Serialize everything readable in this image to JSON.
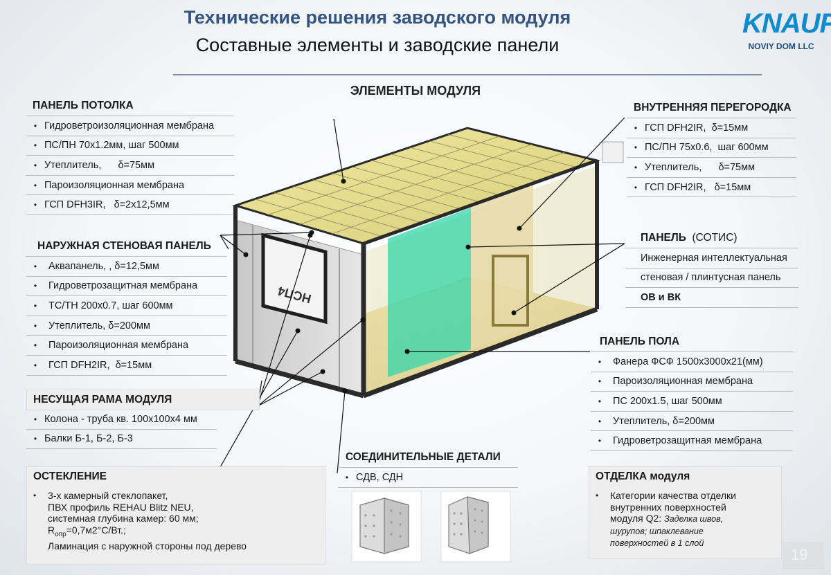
{
  "header": {
    "title": "Технические решения заводского модуля",
    "subtitle": "Составные элементы и заводские панели",
    "logo_text": "KNAUF",
    "logo_sub": "NOVIY DOM LLC",
    "module_title": "ЭЛЕМЕНТЫ МОДУЛЯ"
  },
  "ceiling": {
    "title": "ПАНЕЛЬ ПОТОЛКА",
    "items": [
      "Гидроветроизоляционная мембрана",
      "ПС/ПН 70х1.2мм, шаг 500мм",
      "Утеплитель,      δ=75мм",
      "Пароизоляционная мембрана",
      "ГСП DFH3IR,   δ=2х12,5мм"
    ]
  },
  "outer_wall": {
    "title": "НАРУЖНАЯ СТЕНОВАЯ ПАНЕЛЬ",
    "items": [
      "Аквапанель, , δ=12,5мм",
      "Гидроветрозащитная мембрана",
      "ТС/ТН 200х0.7, шаг 600мм",
      "Утеплитель, δ=200мм",
      "Пароизоляционная мембрана",
      "ГСП DFH2IR,  δ=15мм"
    ]
  },
  "frame": {
    "title": "НЕСУЩАЯ РАМА МОДУЛЯ",
    "items": [
      "Колона - труба кв.  100х100х4 мм",
      "Балки Б-1, Б-2, Б-3"
    ]
  },
  "glazing": {
    "title": "ОСТЕКЛЕНИЕ",
    "lines": [
      "3-х камерный стеклопакет,",
      "ПВХ профиль REHAU  Blitz NEU,",
      "системная глубина камер: 60 мм;",
      "=0,7м2°С/Вт.;",
      "Ламинация с наружной стороны под дерево"
    ],
    "r_symbol": "R",
    "r_sub": "опр"
  },
  "partition": {
    "title": "ВНУТРЕННЯЯ ПЕРЕГОРОДКА",
    "items": [
      "ГСП DFH2IR,  δ=15мм",
      "ПС/ПН 75х0.6,  шаг 600мм",
      "Утеплитель,      δ=75мм",
      "ГСП DFH2IR,   δ=15мм"
    ]
  },
  "sotis": {
    "title": "ПАНЕЛЬ",
    "title_note": "(СОТИС)",
    "items": [
      "Инженерная интеллектуальная",
      "стеновая / плинтусная панель",
      "ОВ и ВК"
    ]
  },
  "floor": {
    "title": "ПАНЕЛЬ ПОЛА",
    "items": [
      "Фанера ФСФ 1500х3000х21(мм)",
      "Пароизоляционная мембрана",
      "ПС 200х1.5, шаг 500мм",
      "Утеплитель, δ=200мм",
      "Гидроветрозащитная мембрана"
    ]
  },
  "connectors": {
    "title": "СОЕДИНИТЕЛЬНЫЕ ДЕТАЛИ",
    "items": [
      "СДВ, СДН"
    ]
  },
  "finish": {
    "title": "ОТДЕЛКА",
    "title_note": "модуля",
    "lines": [
      "Категории качества  отделки",
      "внутренних поверхностей",
      "модуля Q2:"
    ],
    "italic": [
      "Заделка швов,",
      "шурупов; шпаклевание",
      "поверхностей в 1 слой"
    ]
  },
  "page_number": "19",
  "drawing_label": "НСП4",
  "colors": {
    "title_blue": "#33557f",
    "logo_blue": "#0c8ccf",
    "roof_yellow": "#e9e08a",
    "floor_yellow": "#e4d58c",
    "partition_green": "#33d6a8",
    "frame_dark": "#2a2a2a"
  }
}
